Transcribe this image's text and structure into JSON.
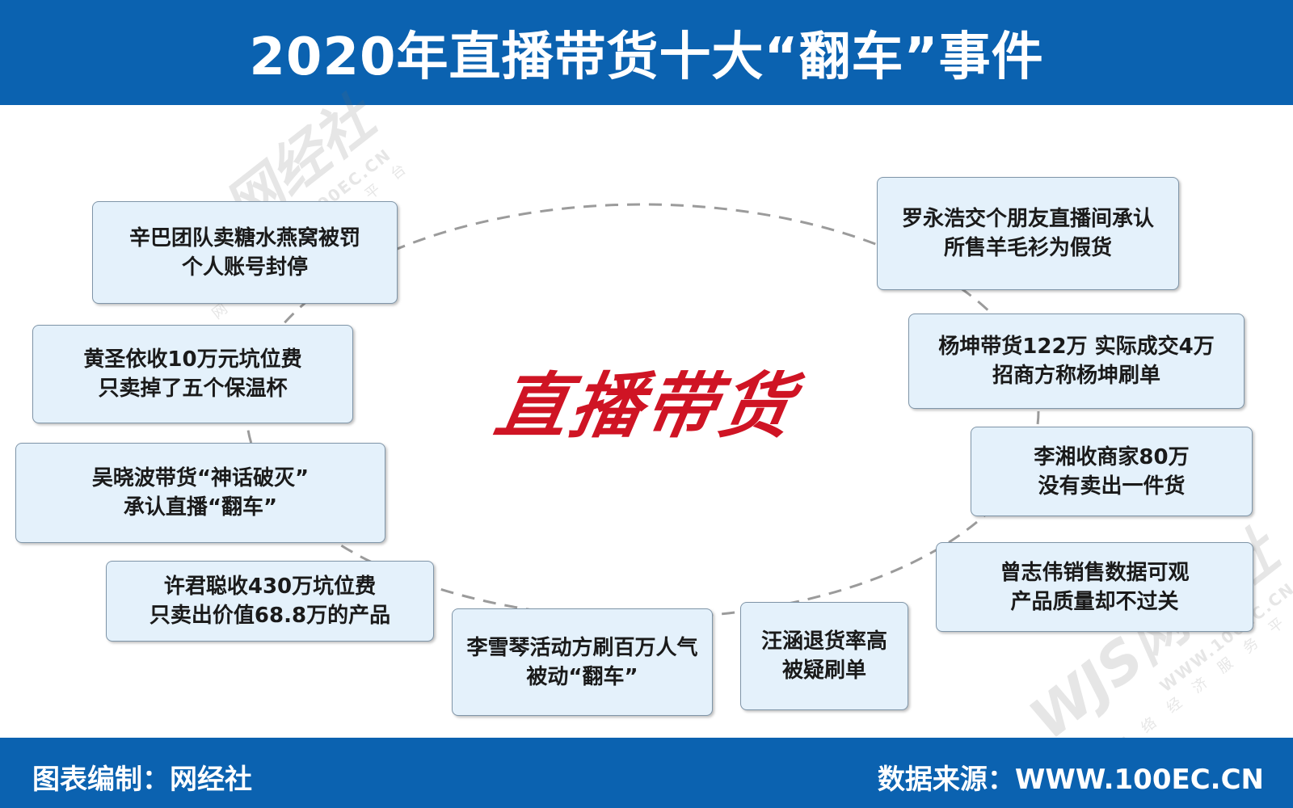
{
  "header": {
    "title": "2020年直播带货十大“翻车”事件"
  },
  "center": {
    "label": "直播带货"
  },
  "events": [
    {
      "line1": "辛巴团队卖糖水燕窝被罚",
      "line2": "个人账号封停"
    },
    {
      "line1": "黄圣依收10万元坑位费",
      "line2": "只卖掉了五个保温杯"
    },
    {
      "line1": "吴晓波带货“神话破灭”",
      "line2": "承认直播“翻车”"
    },
    {
      "line1": "许君聪收430万坑位费",
      "line2": "只卖出价值68.8万的产品"
    },
    {
      "line1": "李雪琴活动方刷百万人气",
      "line2": "被动“翻车”"
    },
    {
      "line1": "汪涵退货率高",
      "line2": "被疑刷单"
    },
    {
      "line1": "罗永浩交个朋友直播间承认",
      "line2": "所售羊毛衫为假货"
    },
    {
      "line1": "杨坤带货122万 实际成交4万",
      "line2": "招商方称杨坤刷单"
    },
    {
      "line1": "李湘收商家80万",
      "line2": "没有卖出一件货"
    },
    {
      "line1": "曾志伟销售数据可观",
      "line2": "产品质量却不过关"
    }
  ],
  "watermark": {
    "brand": "WJS网经社",
    "url": "WWW.100EC.CN",
    "subtitle": "网络经济服务平台"
  },
  "footer": {
    "credit": "图表编制：网经社",
    "source": "数据来源：WWW.100EC.CN"
  },
  "colors": {
    "header_bg": "#0b62b0",
    "center_text": "#cf1424",
    "box_bg": "#e4f1fb",
    "box_border": "#7f95a8",
    "ring": "#9b9b9b"
  }
}
